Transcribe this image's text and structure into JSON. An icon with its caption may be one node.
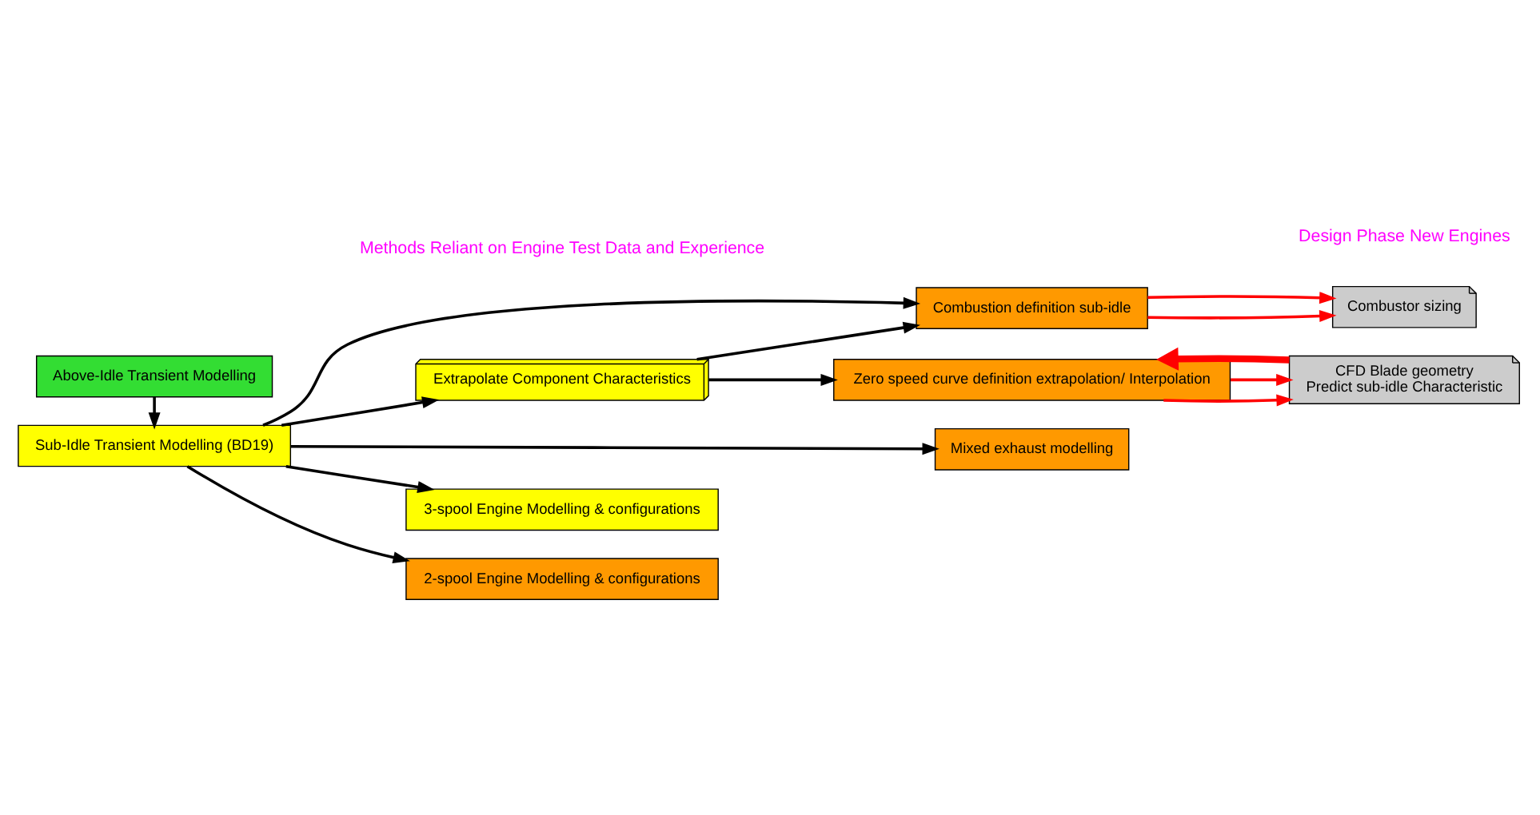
{
  "diagram": {
    "nodes": [
      {
        "text": [
          "Above-Idle Transient Modelling"
        ]
      },
      {
        "text": [
          "Sub-Idle Transient Modelling (BD19)"
        ]
      },
      {
        "text": [
          "Extrapolate Component Characteristics"
        ]
      },
      {
        "text": [
          "Combustion definition sub-idle"
        ]
      },
      {
        "text": [
          "Combustor sizing"
        ]
      },
      {
        "text": [
          "Zero speed curve definition extrapolation/ Interpolation"
        ]
      },
      {
        "text": [
          "CFD Blade geometry",
          "Predict sub-idle Characteristic"
        ]
      },
      {
        "text": [
          "Mixed exhaust modelling"
        ]
      },
      {
        "text": [
          "3-spool Engine Modelling & configurations"
        ]
      },
      {
        "text": [
          "2-spool Engine Modelling & configurations"
        ]
      }
    ],
    "edges": [
      {
        "from": 0,
        "to": 1,
        "arrow": "to"
      },
      {
        "from": 1,
        "to": 3,
        "arrow": "to"
      },
      {
        "from": 1,
        "to": 2,
        "arrow": "to"
      },
      {
        "from": 1,
        "to": 7,
        "arrow": "to"
      },
      {
        "from": 1,
        "to": 8,
        "arrow": "to"
      },
      {
        "from": 1,
        "to": 9,
        "arrow": "to"
      },
      {
        "from": 2,
        "to": 3,
        "arrow": "to"
      },
      {
        "from": 2,
        "to": 5,
        "arrow": "to"
      },
      {
        "from": 3,
        "to": 4,
        "arrow": "to",
        "color": "#ff0000"
      },
      {
        "from": 3,
        "to": 4,
        "arrow": "to",
        "color": "#ff0000"
      },
      {
        "from": 5,
        "to": 6,
        "arrow": "to",
        "color": "#ff0000"
      },
      {
        "from": 5,
        "to": 6,
        "arrow": "to",
        "color": "#ff0000"
      },
      {
        "from": 6,
        "to": 5,
        "arrow": "to",
        "style": "thick",
        "color": "#ff0000"
      }
    ],
    "labels": [
      "Methods Reliant on Engine Test Data and Experience",
      "Design Phase New Engines"
    ]
  }
}
